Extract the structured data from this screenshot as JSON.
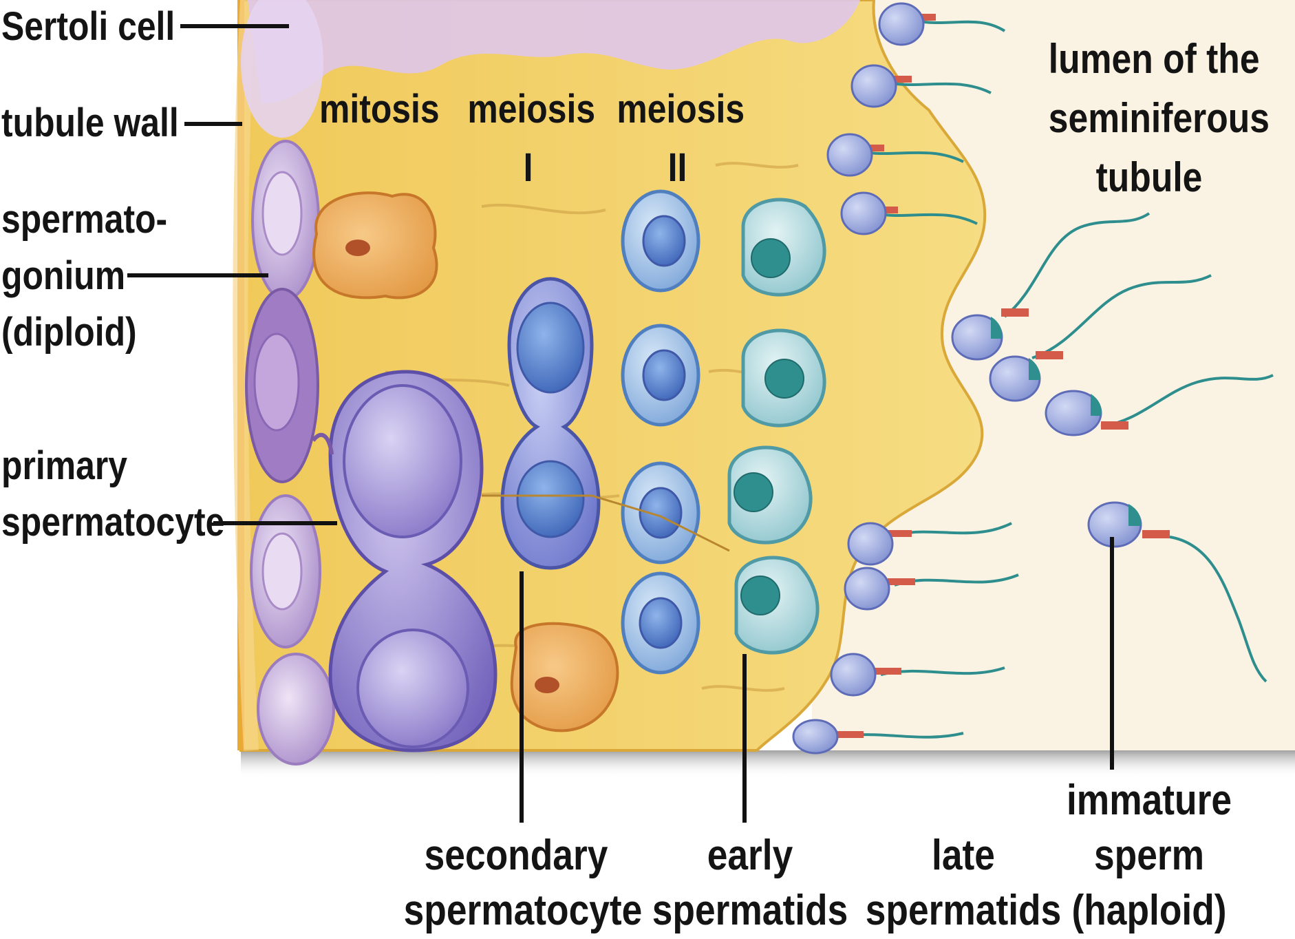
{
  "labels": {
    "sertoli_cell": "Sertoli cell",
    "tubule_wall": "tubule wall",
    "spermatogonium_1": "spermato-",
    "spermatogonium_2": "gonium",
    "spermatogonium_3": "(diploid)",
    "primary_1": "primary",
    "primary_2": "spermatocyte",
    "mitosis": "mitosis",
    "meiosis_1": "meiosis",
    "meiosis_1_num": "I",
    "meiosis_2": "meiosis",
    "meiosis_2_num": "II",
    "lumen_1": "lumen of the",
    "lumen_2": "seminiferous",
    "lumen_3": "tubule",
    "secondary_1": "secondary",
    "secondary_2": "spermatocyte",
    "early_1": "early",
    "early_2": "spermatids",
    "late_1": "late",
    "late_2": "spermatids",
    "immature_1": "immature",
    "immature_2": "sperm",
    "immature_3": "(haploid)"
  },
  "colors": {
    "tissue": "#f3d36a",
    "tissue_edge": "#d9a838",
    "lumen": "#faf3e3",
    "spermatogonium": "#b89ad2",
    "primary": "#8c7cc9",
    "secondary": "#7f86d6",
    "meiosis2": "#8fb6df",
    "spermatid": "#9fd2d6",
    "sperm_head": "#9aa8dc",
    "sperm_cap": "#2f8f8f",
    "tail": "#2e8e8e",
    "midpiece": "#d45a4a",
    "sertoli": "#dfc7ea",
    "wall": "#e9b23a"
  }
}
